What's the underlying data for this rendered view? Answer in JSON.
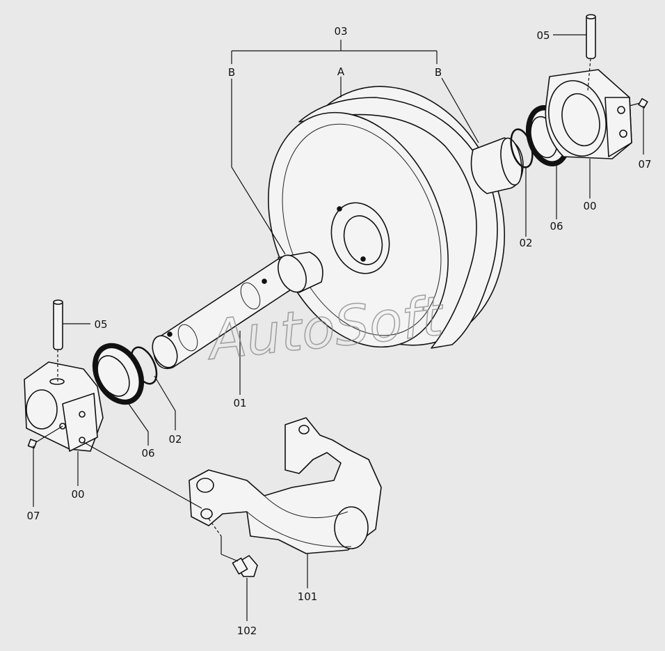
{
  "watermark": "AutoSoft",
  "labels": {
    "p03": "03",
    "pA": "A",
    "pB_left": "B",
    "pB_right": "B",
    "p05_top": "05",
    "p07_right": "07",
    "p00_right": "00",
    "p06_right": "06",
    "p02_right": "02",
    "p05_left": "05",
    "p01": "01",
    "p02_left": "02",
    "p06_left": "06",
    "p00_left": "00",
    "p07_left": "07",
    "p101": "101",
    "p102": "102"
  }
}
